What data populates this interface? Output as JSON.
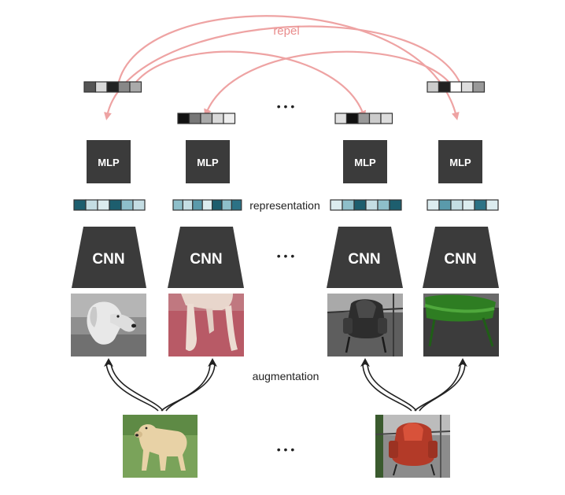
{
  "labels": {
    "repel": "repel",
    "representation": "representation",
    "augmentation": "augmentation",
    "mlp": "MLP",
    "cnn": "CNN",
    "ellipsis": "• • •"
  },
  "colors": {
    "repel_arrow": "#eea3a3",
    "repel_text": "#e98c8c",
    "block": "#3b3b3b",
    "block_text": "#ffffff",
    "teal_dark": "#1d5e6e",
    "teal_mid": "#5a9aab",
    "teal_light": "#c4dde3"
  },
  "pipelines": [
    {
      "image": "dog-grayscale-crop",
      "projection_cells": [
        "#555555",
        "#d9d9d9",
        "#222222",
        "#888888",
        "#aaaaaa"
      ],
      "representation_cells": [
        "#1d5e6e",
        "#c4dde3",
        "#dcecef",
        "#1d5e6e",
        "#8ebfca",
        "#c4dde3"
      ]
    },
    {
      "image": "dog-legs-red-crop",
      "projection_cells": [
        "#111111",
        "#777777",
        "#aaaaaa",
        "#d9d9d9",
        "#eeeeee"
      ],
      "representation_cells": [
        "#8ebfca",
        "#c4dde3",
        "#5a9aab",
        "#dcecef",
        "#1d5e6e",
        "#8ebfca",
        "#2c7285"
      ]
    },
    {
      "image": "chair-grayscale-crop",
      "projection_cells": [
        "#e0e0e0",
        "#111111",
        "#999999",
        "#cccccc",
        "#dddddd"
      ],
      "representation_cells": [
        "#dcecef",
        "#8ebfca",
        "#1d5e6e",
        "#c4dde3",
        "#8ebfca",
        "#1d5e6e"
      ]
    },
    {
      "image": "chair-green-crop",
      "projection_cells": [
        "#cccccc",
        "#222222",
        "#ffffff",
        "#dddddd",
        "#999999"
      ],
      "representation_cells": [
        "#dcecef",
        "#5a9aab",
        "#c4dde3",
        "#dcecef",
        "#2c7285",
        "#dcecef"
      ]
    }
  ],
  "sources": [
    {
      "image": "dog-labrador-on-grass"
    },
    {
      "image": "red-armchair-on-patio"
    }
  ]
}
